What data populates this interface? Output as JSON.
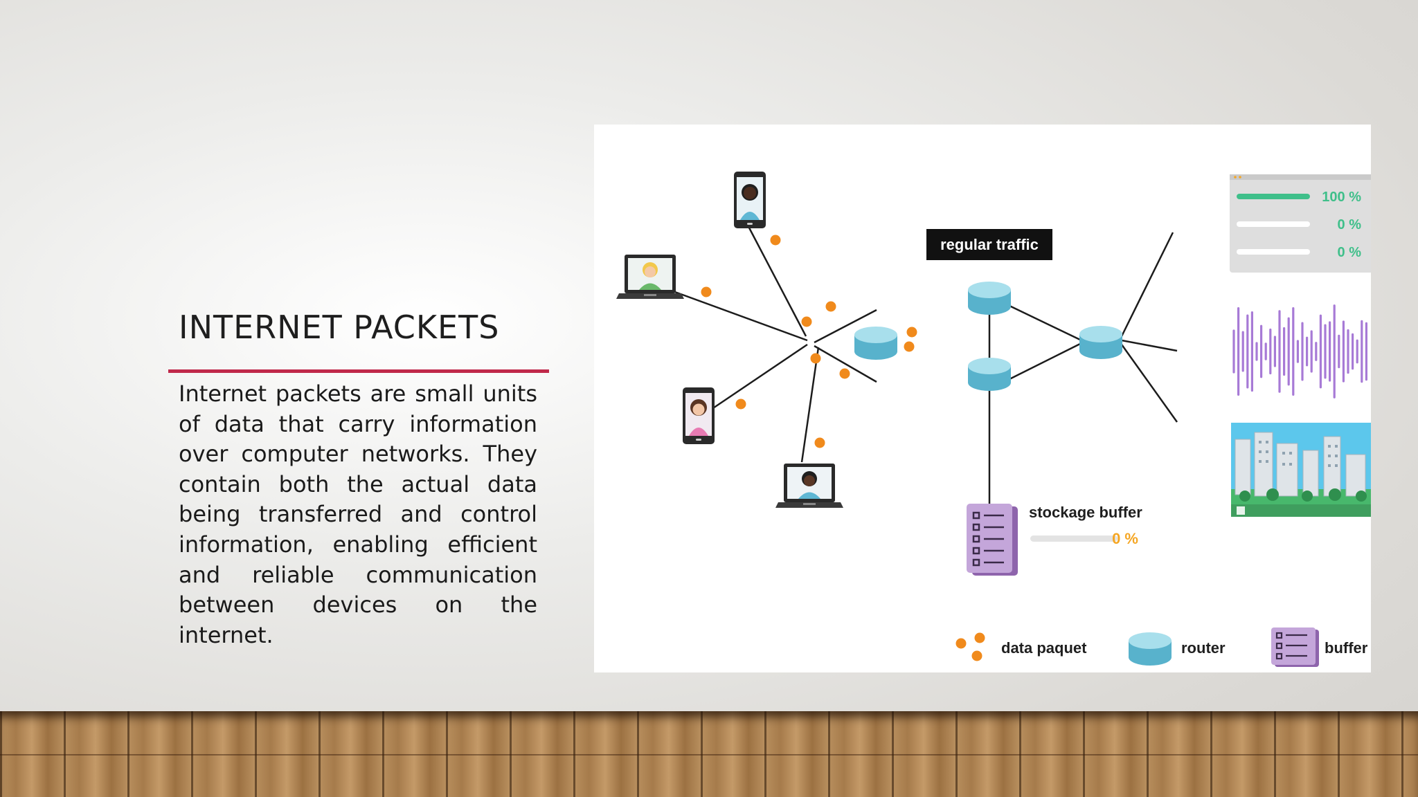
{
  "slide": {
    "title": "INTERNET PACKETS",
    "body": "Internet packets are small units of data that carry information over computer networks. They contain both the actual data being transferred and control information, enabling efficient and reliable communication between devices on the internet.",
    "accent_color": "#c0284a"
  },
  "diagram": {
    "traffic_label": "regular traffic",
    "buffer_label": "stockage buffer",
    "buffer_percent": "0 %",
    "progress": [
      {
        "percent": "100 %",
        "fill": 1.0
      },
      {
        "percent": "0 %",
        "fill": 0.0
      },
      {
        "percent": "0 %",
        "fill": 0.0
      }
    ],
    "legend": {
      "packet": "data paquet",
      "router": "router",
      "buffer": "buffer"
    },
    "colors": {
      "router": "#7cc7d9",
      "packet": "#f08a1c",
      "buffer": "#b48ad0",
      "audio": "#a77ad6",
      "progress": "#3fbf8a",
      "percent_orange": "#f5a623"
    },
    "icons": [
      "phone-user-icon",
      "laptop-user-icon",
      "router-icon",
      "buffer-icon",
      "waveform-icon",
      "video-thumbnail-icon"
    ]
  }
}
